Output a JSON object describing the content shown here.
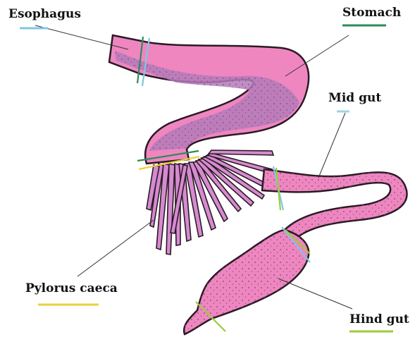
{
  "diagram": {
    "labels": {
      "esophagus": "Esophagus",
      "stomach": "Stomach",
      "mid_gut": "Mid gut",
      "pylorus_caeca": "Pylorus caeca",
      "hind_gut": "Hind gut"
    },
    "colors": {
      "tissue": "#ef86c0",
      "tissue_shade": "#b47ab8",
      "outline": "#2a1a24",
      "esophagus_underline": "#7ec8e3",
      "stomach_underline": "#2e8b57",
      "mid_gut_underline": "#9fd3e6",
      "pylorus_underline": "#e8d23a",
      "hind_gut_underline": "#9ccc3c"
    }
  }
}
